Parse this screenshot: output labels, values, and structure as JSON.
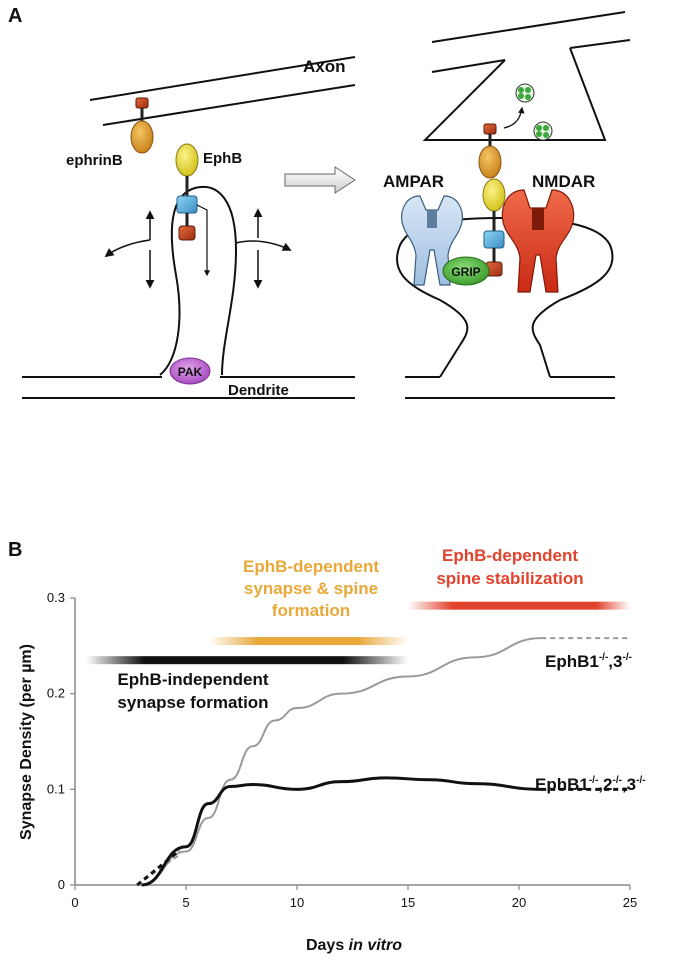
{
  "panel_a": {
    "label": "A",
    "axon": "Axon",
    "ephrinb": "ephrinB",
    "ephb": "EphB",
    "pak": "PAK",
    "dendrite": "Dendrite",
    "ampar": "AMPAR",
    "nmdar": "NMDAR",
    "grip": "GRIP"
  },
  "panel_b": {
    "label": "B",
    "phase_independent": [
      "EphB-independent",
      "synapse formation"
    ],
    "phase_dependent_formation": [
      "EphB-dependent",
      "synapse & spine",
      "formation"
    ],
    "phase_dependent_stabilization": [
      "EphB-dependent",
      "spine stabilization"
    ],
    "ylabel": "Synapse Density (per µm)",
    "xlabel_prefix": "Days ",
    "xlabel_italic": "in vitro",
    "series_label_gray_base": "EphB1",
    "series_label_gray_sup1": "-/-",
    "series_label_gray_mid": ",3",
    "series_label_gray_sup2": "-/-",
    "series_label_black_base": "EphB1",
    "series_label_black_sup1": "-/-",
    "series_label_black_mid1": ",2",
    "series_label_black_sup2": "-/-",
    "series_label_black_mid2": ",3",
    "series_label_black_sup3": "-/-"
  },
  "chart_data": {
    "type": "line",
    "xlabel": "Days in vitro",
    "ylabel": "Synapse Density (per µm)",
    "xlim": [
      0,
      25
    ],
    "ylim": [
      0,
      0.3
    ],
    "xticks": [
      0,
      5,
      10,
      15,
      20,
      25
    ],
    "yticks": [
      0,
      0.1,
      0.2,
      0.3
    ],
    "series": [
      {
        "name": "EphB1-/-,3-/-",
        "color": "#9a9a9a",
        "x": [
          3,
          5,
          6,
          7,
          8,
          9,
          10,
          12,
          15,
          18,
          21
        ],
        "y": [
          0,
          0.035,
          0.07,
          0.11,
          0.145,
          0.172,
          0.185,
          0.2,
          0.218,
          0.238,
          0.258
        ],
        "dashed_from": [
          [
            0,
            3
          ],
          [
            21,
            25
          ]
        ],
        "dashed_values": [
          [
            0,
            0
          ],
          [
            0.258,
            0.258
          ]
        ]
      },
      {
        "name": "EphB1-/-,2-/-,3-/-",
        "color": "#111111",
        "x": [
          3,
          5,
          6,
          7,
          8,
          10,
          12,
          14,
          16,
          18,
          21
        ],
        "y": [
          0,
          0.04,
          0.085,
          0.103,
          0.105,
          0.1,
          0.108,
          0.112,
          0.11,
          0.106,
          0.1
        ],
        "dashed_from": [
          [
            0,
            3
          ],
          [
            21,
            25
          ]
        ],
        "dashed_values": [
          [
            0,
            0
          ],
          [
            0.1,
            0.1
          ]
        ]
      }
    ],
    "phases": [
      {
        "name": "EphB-independent synapse formation",
        "x_range": [
          0.5,
          15
        ],
        "y": 0.235,
        "color": "#111111"
      },
      {
        "name": "EphB-dependent synapse & spine formation",
        "x_range": [
          6,
          15
        ],
        "y": 0.255,
        "color": "#e8a83a"
      },
      {
        "name": "EphB-dependent spine stabilization",
        "x_range": [
          15,
          25
        ],
        "y": 0.292,
        "color": "#e2432d"
      }
    ]
  }
}
